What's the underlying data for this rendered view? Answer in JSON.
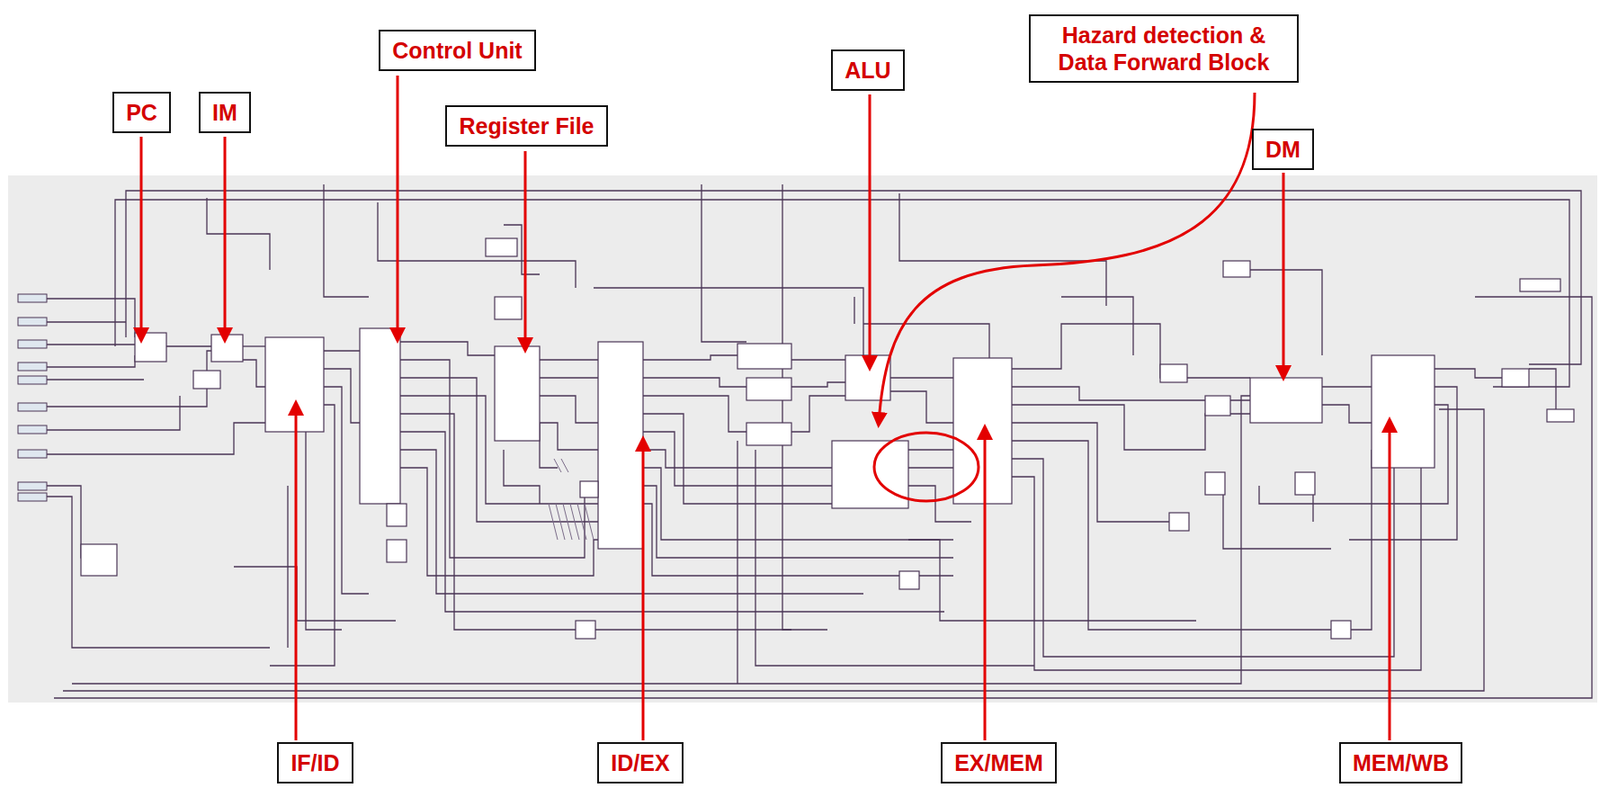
{
  "diagram": {
    "nodes": [
      {
        "text": [
          "PC"
        ]
      },
      {
        "text": [
          "IM"
        ]
      },
      {
        "text": [
          "Control Unit"
        ]
      },
      {
        "text": [
          "Register File"
        ]
      },
      {
        "text": [
          "ALU"
        ]
      },
      {
        "text": [
          "Hazard detection & Data Forward Block"
        ]
      },
      {
        "text": [
          "DM"
        ]
      },
      {
        "text": [
          "IF/ID"
        ]
      },
      {
        "text": [
          "ID/EX"
        ]
      },
      {
        "text": [
          "EX/MEM"
        ]
      },
      {
        "text": [
          "MEM/WB"
        ]
      }
    ]
  }
}
